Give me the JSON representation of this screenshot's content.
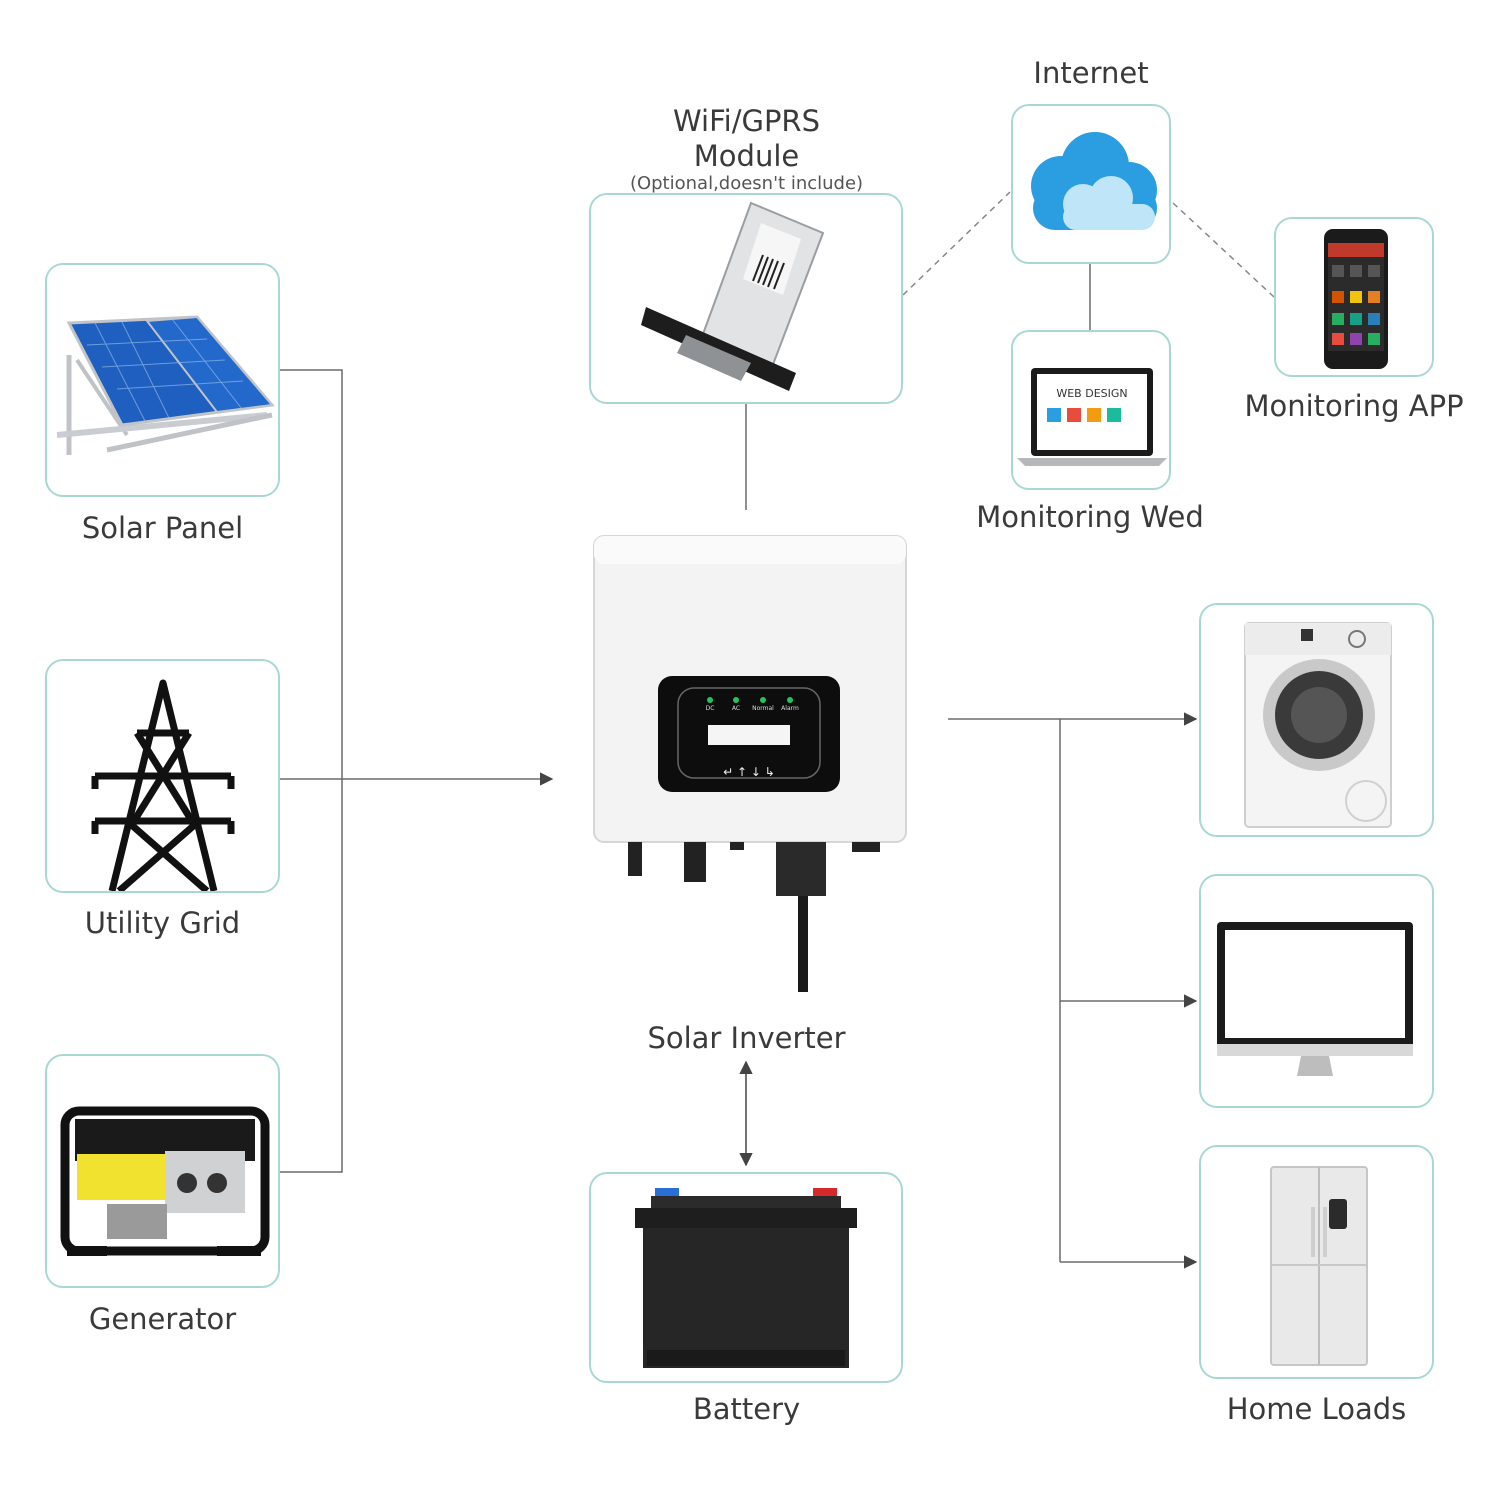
{
  "nodes": {
    "solar_panel": "Solar Panel",
    "utility_grid": "Utility Grid",
    "generator": "Generator",
    "wifi_module_line1": "WiFi/GPRS",
    "wifi_module_line2": "Module",
    "wifi_module_note": "(Optional,doesn't include)",
    "internet": "Internet",
    "monitoring_app": "Monitoring APP",
    "monitoring_web": "Monitoring Wed",
    "solar_inverter": "Solar Inverter",
    "battery": "Battery",
    "home_loads": "Home Loads"
  },
  "inverter_panel": {
    "leds": [
      "DC",
      "AC",
      "Normal",
      "Alarm"
    ],
    "led_color": "#22c55e"
  },
  "web_screen_title": "WEB DESIGN",
  "colors": {
    "card_border": "#a9d8d4",
    "line": "#6b6b6b",
    "solar_blue": "#1e5fbf",
    "cloud_blue": "#2a9ee0",
    "battery_black": "#1e1e1e"
  }
}
